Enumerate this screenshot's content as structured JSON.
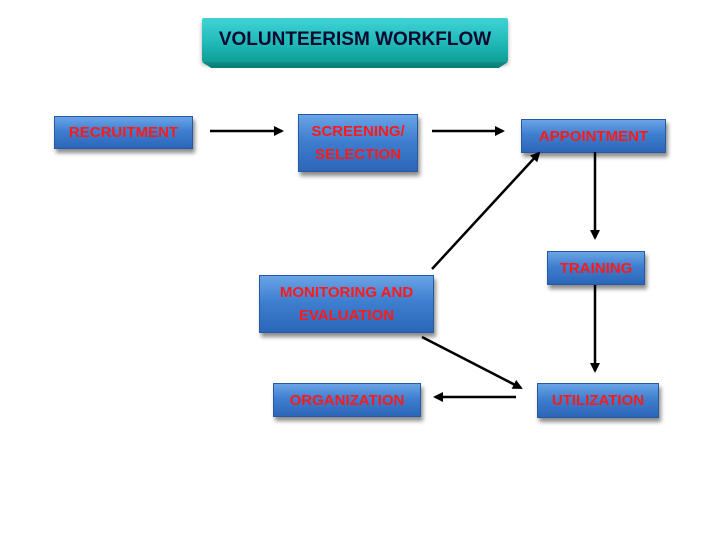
{
  "title": "VOLUNTEERISM WORKFLOW",
  "nodes": {
    "recruitment": "RECRUITMENT",
    "screening": "SCREENING/\nSELECTION",
    "appointment": "APPOINTMENT",
    "training": "TRAINING",
    "monitoring": "MONITORING AND\nEVALUATION",
    "utilization": "UTILIZATION",
    "organization": "ORGANIZATION"
  },
  "colors": {
    "node_fill": "#3f7fd0",
    "node_text": "#ff1a1a",
    "title_fill": "#1fb7b5",
    "arrow": "#000000"
  }
}
